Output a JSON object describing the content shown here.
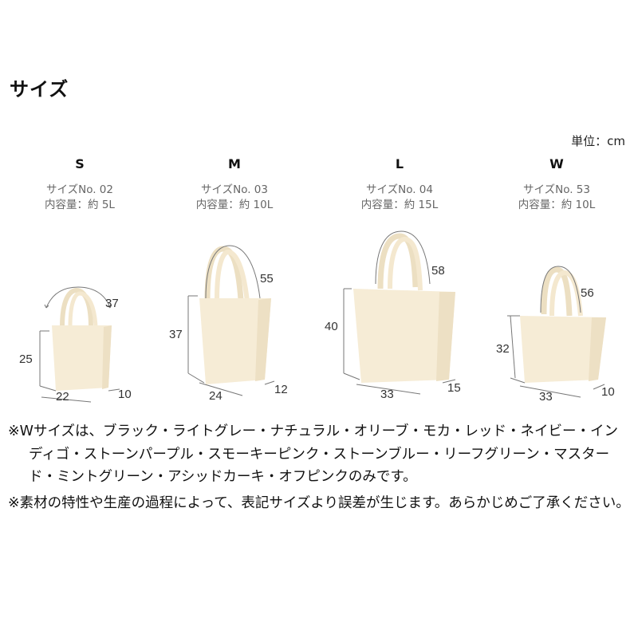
{
  "page": {
    "title": "サイズ",
    "unit_label": "単位：cm"
  },
  "sizes": [
    {
      "label": "S",
      "size_no": "サイズNo. 02",
      "capacity": "内容量：約 5L",
      "dims": {
        "handle": "37",
        "height": "25",
        "width": "22",
        "depth": "10"
      }
    },
    {
      "label": "M",
      "size_no": "サイズNo. 03",
      "capacity": "内容量：約 10L",
      "dims": {
        "handle": "55",
        "height": "37",
        "width": "24",
        "depth": "12"
      }
    },
    {
      "label": "L",
      "size_no": "サイズNo. 04",
      "capacity": "内容量：約 15L",
      "dims": {
        "handle": "58",
        "height": "40",
        "width": "33",
        "depth": "15"
      }
    },
    {
      "label": "W",
      "size_no": "サイズNo. 53",
      "capacity": "内容量：約 10L",
      "dims": {
        "handle": "56",
        "height": "32",
        "width": "33",
        "depth": "10"
      }
    }
  ],
  "notes": [
    "※Wサイズは、ブラック・ライトグレー・ナチュラル・オリーブ・モカ・レッド・ネイビー・インディゴ・ストーンパープル・スモーキーピンク・ストーンブルー・リーフグリーン・マスタード・ミントグリーン・アシッドカーキ・オフピンクのみです。",
    "※素材の特性や生産の過程によって、表記サイズより誤差が生じます。あらかじめご了承ください。"
  ],
  "colors": {
    "bag_fill": "#f6ecd6",
    "bag_shade": "#ede0c4",
    "dimension_line": "#777777"
  }
}
